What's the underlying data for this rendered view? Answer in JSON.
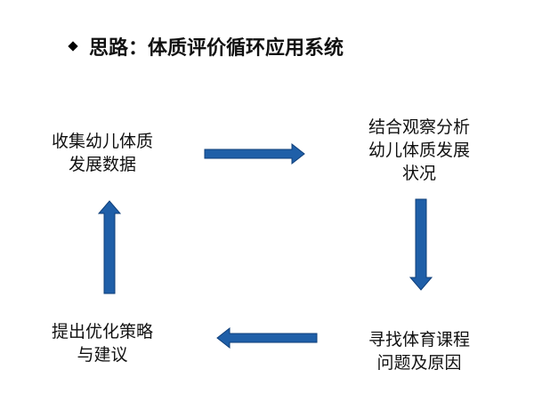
{
  "title": "思路：体质评价循环应用系统",
  "nodes": [
    {
      "id": "collect",
      "lines": [
        "收集幼儿体质",
        "发展数据"
      ]
    },
    {
      "id": "analyze",
      "lines": [
        "结合观察分析",
        "幼儿体质发展",
        "状况"
      ]
    },
    {
      "id": "find",
      "lines": [
        "寻找体育课程",
        "问题及原因"
      ]
    },
    {
      "id": "propose",
      "lines": [
        "提出优化策略",
        "与建议"
      ]
    }
  ],
  "colors": {
    "arrow": "#1f5fa8",
    "arrow_edge": "#0f3f7a"
  }
}
